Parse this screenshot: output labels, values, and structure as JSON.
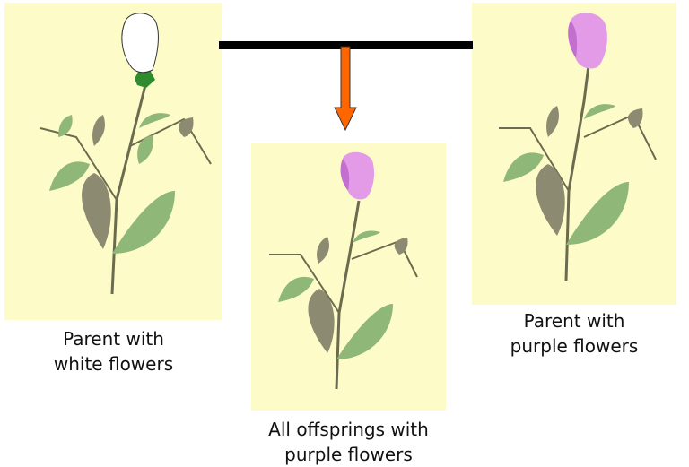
{
  "parents": {
    "white": {
      "caption_line1": "Parent with",
      "caption_line2": "white flowers",
      "flower_color": "#ffffff"
    },
    "purple": {
      "caption_line1": "Parent with",
      "caption_line2": "purple flowers",
      "flower_color": "#e39be8"
    }
  },
  "offspring": {
    "caption_line1": "All offsprings with",
    "caption_line2": "purple flowers",
    "flower_color": "#e39be8"
  },
  "colors": {
    "panel": "#fdfcc9",
    "cross_line": "#000000",
    "arrow": "#ff6600",
    "leaf_light": "#8fb878",
    "leaf_dark": "#8c8a70"
  }
}
